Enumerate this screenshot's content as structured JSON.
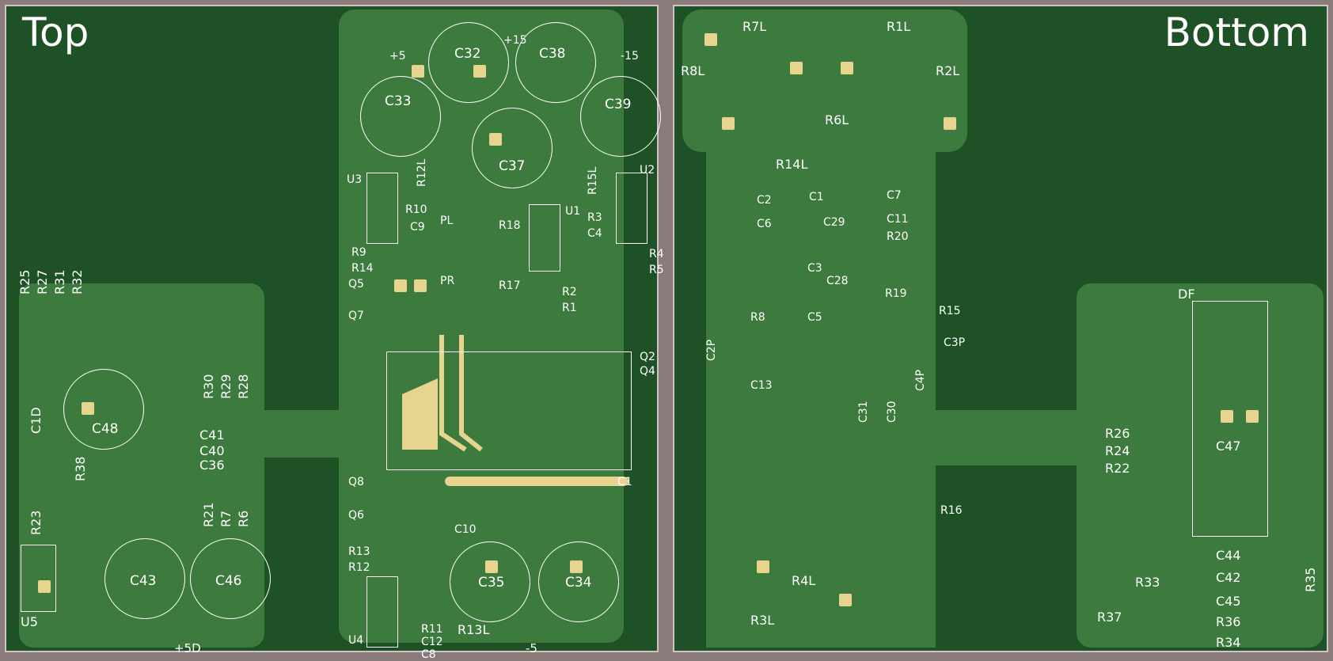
{
  "views": {
    "top": {
      "title": "Top",
      "labels": [
        "+5",
        "+15",
        "-15",
        "C32",
        "C38",
        "C33",
        "C39",
        "C37",
        "R12L",
        "R15L",
        "U3",
        "U2",
        "R10",
        "C9",
        "PL",
        "R18",
        "U1",
        "R3",
        "C4",
        "R9",
        "R14",
        "R4",
        "R5",
        "Q5",
        "PR",
        "R17",
        "R2",
        "R1",
        "Q7",
        "Q2",
        "Q4",
        "R25",
        "R27",
        "R31",
        "R32",
        "C1D",
        "R38",
        "C48",
        "R30",
        "R29",
        "R28",
        "C41",
        "C40",
        "C36",
        "R21",
        "R7",
        "R6",
        "R23",
        "U5",
        "C43",
        "C46",
        "+5D",
        "Q8",
        "Q6",
        "C10",
        "C1",
        "R13",
        "R12",
        "C35",
        "C34",
        "U4",
        "R11",
        "C12",
        "C8",
        "R13L",
        "-5"
      ]
    },
    "bottom": {
      "title": "Bottom",
      "labels": [
        "R7L",
        "R1L",
        "R8L",
        "R2L",
        "R6L",
        "R14L",
        "C2",
        "C1",
        "C7",
        "C6",
        "C11",
        "C29",
        "R20",
        "C3",
        "C28",
        "R19",
        "R8",
        "C5",
        "R15",
        "C2P",
        "C3P",
        "C13",
        "C4P",
        "C31",
        "C30",
        "DF",
        "R26",
        "R24",
        "R22",
        "C47",
        "R16",
        "C44",
        "C42",
        "C45",
        "R35",
        "R33",
        "R36",
        "R37",
        "R34",
        "R4L",
        "R3L"
      ]
    }
  },
  "colors": {
    "board": "#1e5226",
    "pour": "#3c7a3e",
    "copper": "#e6d48f",
    "silk": "#ffffff",
    "frame": "#8a7a7a"
  }
}
